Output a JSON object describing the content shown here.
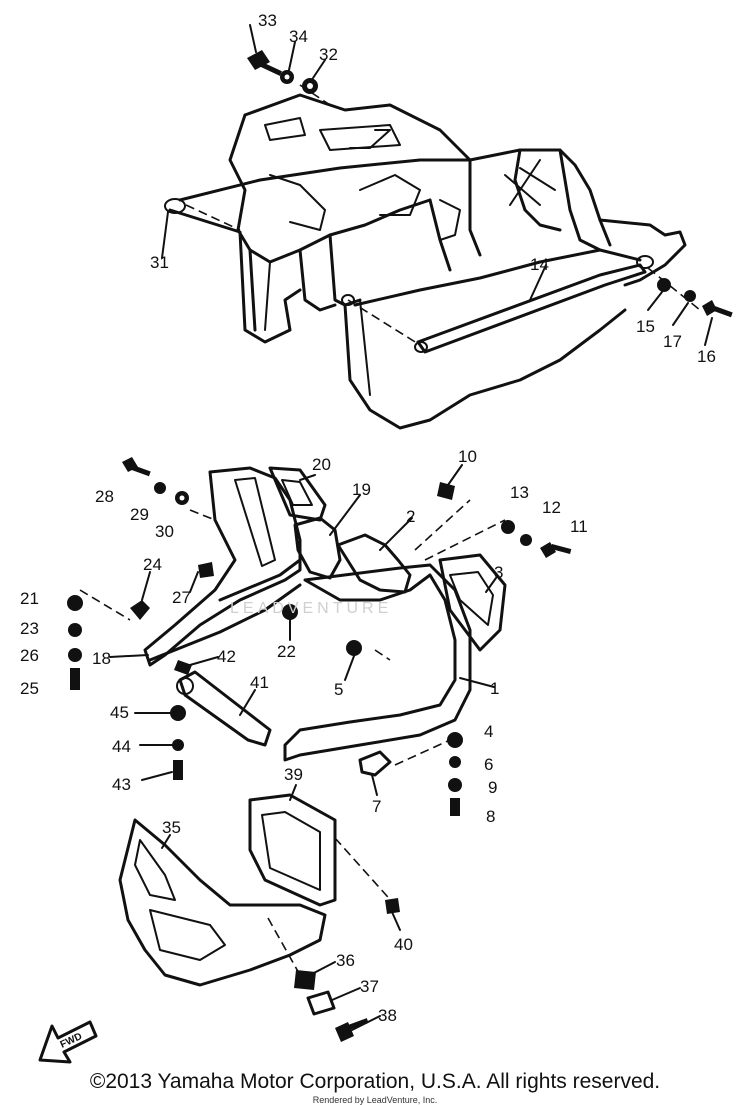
{
  "diagram": {
    "labels": [
      {
        "id": "33",
        "text": "33"
      },
      {
        "id": "34",
        "text": "34"
      },
      {
        "id": "32",
        "text": "32"
      },
      {
        "id": "31",
        "text": "31"
      },
      {
        "id": "14",
        "text": "14"
      },
      {
        "id": "15",
        "text": "15"
      },
      {
        "id": "17",
        "text": "17"
      },
      {
        "id": "16",
        "text": "16"
      },
      {
        "id": "20",
        "text": "20"
      },
      {
        "id": "28",
        "text": "28"
      },
      {
        "id": "29",
        "text": "29"
      },
      {
        "id": "30",
        "text": "30"
      },
      {
        "id": "19",
        "text": "19"
      },
      {
        "id": "10",
        "text": "10"
      },
      {
        "id": "13",
        "text": "13"
      },
      {
        "id": "12",
        "text": "12"
      },
      {
        "id": "11",
        "text": "11"
      },
      {
        "id": "2",
        "text": "2"
      },
      {
        "id": "3",
        "text": "3"
      },
      {
        "id": "24",
        "text": "24"
      },
      {
        "id": "27",
        "text": "27"
      },
      {
        "id": "21",
        "text": "21"
      },
      {
        "id": "23",
        "text": "23"
      },
      {
        "id": "26",
        "text": "26"
      },
      {
        "id": "25",
        "text": "25"
      },
      {
        "id": "18",
        "text": "18"
      },
      {
        "id": "22",
        "text": "22"
      },
      {
        "id": "42",
        "text": "42"
      },
      {
        "id": "5",
        "text": "5"
      },
      {
        "id": "1",
        "text": "1"
      },
      {
        "id": "41",
        "text": "41"
      },
      {
        "id": "45",
        "text": "45"
      },
      {
        "id": "44",
        "text": "44"
      },
      {
        "id": "43",
        "text": "43"
      },
      {
        "id": "4",
        "text": "4"
      },
      {
        "id": "6",
        "text": "6"
      },
      {
        "id": "9",
        "text": "9"
      },
      {
        "id": "8",
        "text": "8"
      },
      {
        "id": "7",
        "text": "7"
      },
      {
        "id": "39",
        "text": "39"
      },
      {
        "id": "35",
        "text": "35"
      },
      {
        "id": "40",
        "text": "40"
      },
      {
        "id": "36",
        "text": "36"
      },
      {
        "id": "37",
        "text": "37"
      },
      {
        "id": "38",
        "text": "38"
      }
    ],
    "fwd_arrow": "FWD"
  },
  "watermark": "LEADVENTURE",
  "footer": {
    "copyright": "©2013 Yamaha Motor Corporation, U.S.A. All rights reserved.",
    "rendered": "Rendered by LeadVenture, Inc."
  }
}
